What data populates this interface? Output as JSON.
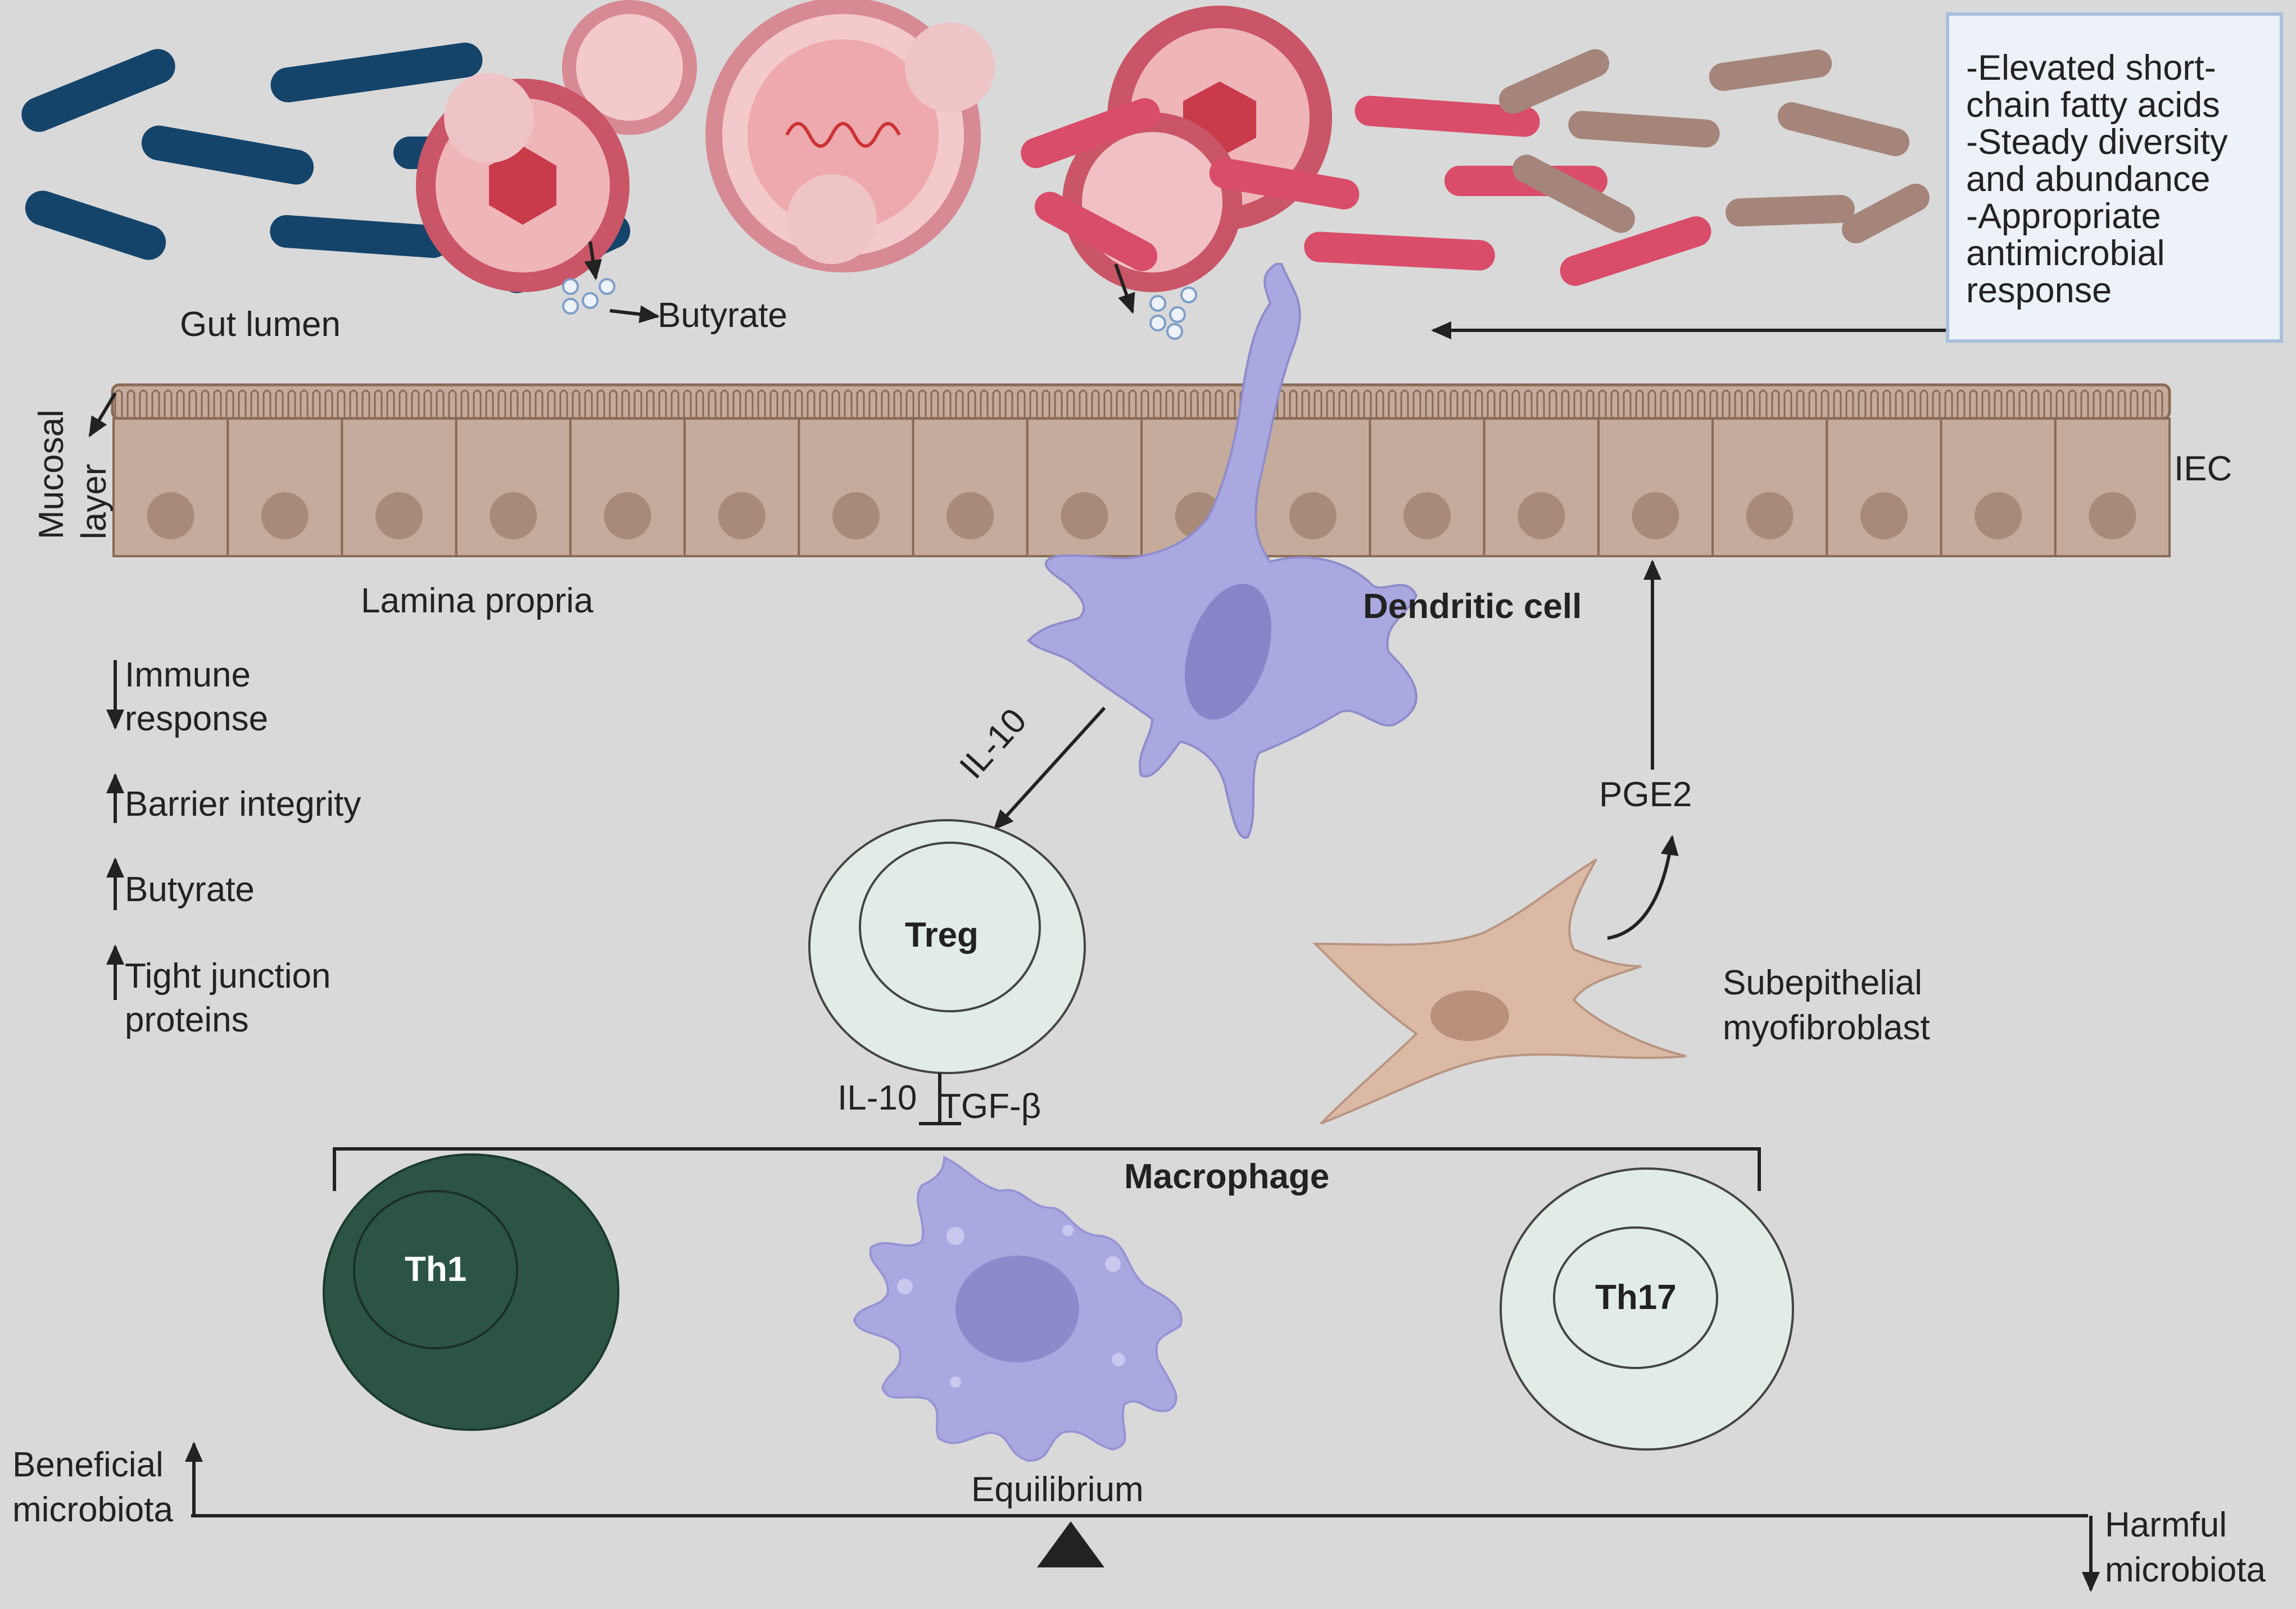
{
  "info_box": {
    "line1": "-Elevated short-\nchain fatty acids",
    "line2": "-Steady diversity\nand abundance",
    "line3": "-Appropriate\nantimicrobial\nresponse"
  },
  "labels": {
    "gut_lumen": "Gut lumen",
    "butyrate_lumen": "Butyrate",
    "mucosal_layer_1": "Mucosal",
    "mucosal_layer_2": "layer",
    "iec": "IEC",
    "lamina_propria": "Lamina propria",
    "dendritic_cell": "Dendritic cell",
    "il10_dc": "IL-10",
    "pge2": "PGE2",
    "treg": "Treg",
    "subepithelial_1": "Subepithelial",
    "subepithelial_2": "myofibroblast",
    "il10_treg": "IL-10",
    "tgf_beta": "TGF-β",
    "macrophage": "Macrophage",
    "th1": "Th1",
    "th17": "Th17",
    "equilibrium": "Equilibrium",
    "beneficial_1": "Beneficial",
    "beneficial_2": "microbiota",
    "harmful_1": "Harmful",
    "harmful_2": "microbiota"
  },
  "effects": {
    "immune_1": "Immune",
    "immune_2": "response",
    "barrier": "Barrier integrity",
    "butyrate": "Butyrate",
    "tight_1": "Tight junction",
    "tight_2": "proteins"
  },
  "colors": {
    "background": "#d9d9d9",
    "blue_bacteria": "#15446b",
    "pink_bacteria": "#d94d6a",
    "brown_bacteria": "#a5857a",
    "epithelium": "#c4ab9b",
    "dendritic": "#a9a8e0",
    "treg": "#e1ece6",
    "th1": "#2b5444",
    "fibroblast": "#dcb9a4"
  }
}
